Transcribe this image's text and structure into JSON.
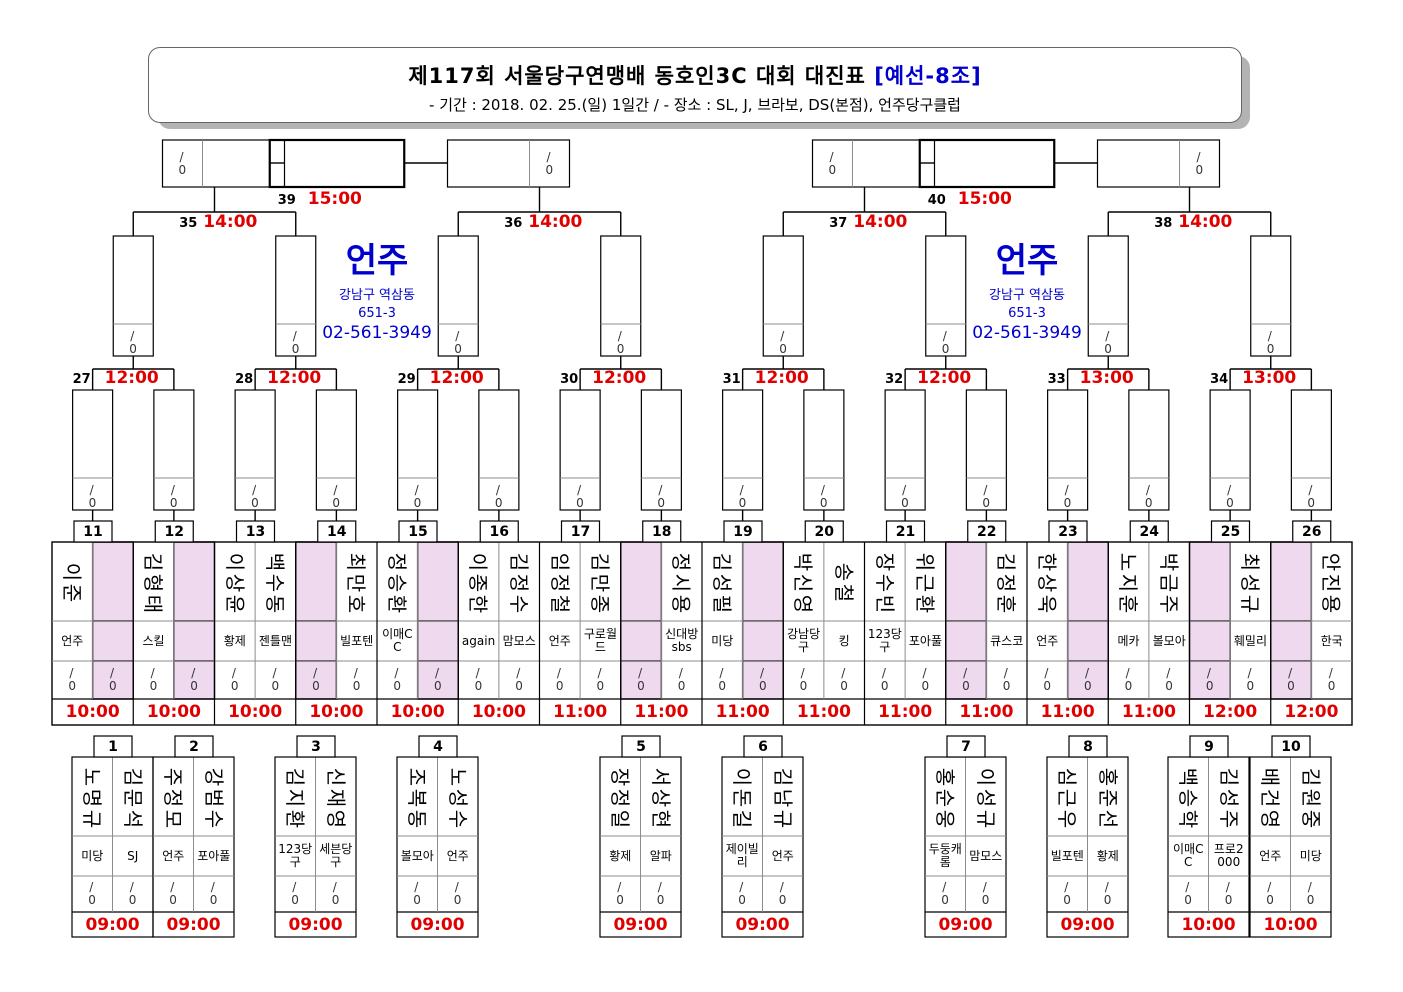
{
  "header": {
    "title_main": "제117회 서울당구연맹배 동호인3C 대회 대진표",
    "title_group": "[예선-8조]",
    "subtitle": "- 기간 : 2018. 02. 25.(일) 1일간 / - 장소 : SL, J, 브라보, DS(본점), 언주당구클럽"
  },
  "score_mark": "/",
  "score_zero": "0",
  "venue": {
    "name": "언주",
    "address1": "강남구 역삼동",
    "address2": "651-3",
    "phone": "02-561-3949"
  },
  "round1_matches": [
    {
      "no": "1",
      "time": "09:00",
      "players": [
        {
          "name": "노명규",
          "club": "미당"
        },
        {
          "name": "김문석",
          "club": "SJ"
        }
      ]
    },
    {
      "no": "2",
      "time": "09:00",
      "players": [
        {
          "name": "주정모",
          "club": "언주"
        },
        {
          "name": "강범수",
          "club": "포아풀"
        }
      ]
    },
    {
      "no": "3",
      "time": "09:00",
      "players": [
        {
          "name": "김지환",
          "club": "123당구"
        },
        {
          "name": "신재영",
          "club": "세븐당구"
        }
      ]
    },
    {
      "no": "4",
      "time": "09:00",
      "players": [
        {
          "name": "조복동",
          "club": "볼모아"
        },
        {
          "name": "노성수",
          "club": "언주"
        }
      ]
    },
    {
      "no": "5",
      "time": "09:00",
      "players": [
        {
          "name": "장정일",
          "club": "황제"
        },
        {
          "name": "서상현",
          "club": "알파"
        }
      ]
    },
    {
      "no": "6",
      "time": "09:00",
      "players": [
        {
          "name": "이돈길",
          "club": "제이빌리"
        },
        {
          "name": "김남규",
          "club": "언주"
        }
      ]
    },
    {
      "no": "7",
      "time": "09:00",
      "players": [
        {
          "name": "홍순웅",
          "club": "두둥캐롬"
        },
        {
          "name": "이성규",
          "club": "맘모스"
        }
      ]
    },
    {
      "no": "8",
      "time": "09:00",
      "players": [
        {
          "name": "심근우",
          "club": "빌포텐"
        },
        {
          "name": "홍준선",
          "club": "황제"
        }
      ]
    },
    {
      "no": "9",
      "time": "10:00",
      "players": [
        {
          "name": "백승학",
          "club": "이매CC"
        },
        {
          "name": "김성주",
          "club": "프로2000"
        }
      ]
    },
    {
      "no": "10",
      "time": "10:00",
      "players": [
        {
          "name": "배건영",
          "club": "언주"
        },
        {
          "name": "김원중",
          "club": "미당"
        }
      ]
    }
  ],
  "round2_matches": [
    {
      "no": "11",
      "time": "10:00",
      "players": [
        {
          "name": "이준",
          "club": "언주"
        },
        {
          "name": "",
          "club": ""
        }
      ]
    },
    {
      "no": "12",
      "time": "10:00",
      "players": [
        {
          "name": "김형태",
          "club": "스킬"
        },
        {
          "name": "",
          "club": ""
        }
      ]
    },
    {
      "no": "13",
      "time": "10:00",
      "players": [
        {
          "name": "이상윤",
          "club": "황제"
        },
        {
          "name": "백수동",
          "club": "젠틀맨"
        }
      ]
    },
    {
      "no": "14",
      "time": "10:00",
      "players": [
        {
          "name": "",
          "club": ""
        },
        {
          "name": "최만호",
          "club": "빌포텐"
        }
      ]
    },
    {
      "no": "15",
      "time": "10:00",
      "players": [
        {
          "name": "정승환",
          "club": "이매CC"
        },
        {
          "name": "",
          "club": ""
        }
      ]
    },
    {
      "no": "16",
      "time": "10:00",
      "players": [
        {
          "name": "이종한",
          "club": "again"
        },
        {
          "name": "김정수",
          "club": "맘모스"
        }
      ]
    },
    {
      "no": "17",
      "time": "11:00",
      "players": [
        {
          "name": "임정철",
          "club": "언주"
        },
        {
          "name": "김만종",
          "club": "구로월드"
        }
      ]
    },
    {
      "no": "18",
      "time": "11:00",
      "players": [
        {
          "name": "",
          "club": ""
        },
        {
          "name": "정시용",
          "club": "신대방sbs"
        }
      ]
    },
    {
      "no": "19",
      "time": "11:00",
      "players": [
        {
          "name": "김성필",
          "club": "미당"
        },
        {
          "name": "",
          "club": ""
        }
      ]
    },
    {
      "no": "20",
      "time": "11:00",
      "players": [
        {
          "name": "박신영",
          "club": "강남당구"
        },
        {
          "name": "송철",
          "club": "킹"
        }
      ]
    },
    {
      "no": "21",
      "time": "11:00",
      "players": [
        {
          "name": "장수빈",
          "club": "123당구"
        },
        {
          "name": "위근환",
          "club": "포아풀"
        }
      ]
    },
    {
      "no": "22",
      "time": "11:00",
      "players": [
        {
          "name": "",
          "club": ""
        },
        {
          "name": "김정훈",
          "club": "큐스코"
        }
      ]
    },
    {
      "no": "23",
      "time": "11:00",
      "players": [
        {
          "name": "한상욱",
          "club": "언주"
        },
        {
          "name": "",
          "club": ""
        }
      ]
    },
    {
      "no": "24",
      "time": "11:00",
      "players": [
        {
          "name": "노지훈",
          "club": "메카"
        },
        {
          "name": "박금주",
          "club": "볼모아"
        }
      ]
    },
    {
      "no": "25",
      "time": "12:00",
      "players": [
        {
          "name": "",
          "club": ""
        },
        {
          "name": "최성규",
          "club": "훼밀리"
        }
      ]
    },
    {
      "no": "26",
      "time": "12:00",
      "players": [
        {
          "name": "",
          "club": ""
        },
        {
          "name": "안진용",
          "club": "한국"
        }
      ]
    }
  ],
  "round3_matches": [
    {
      "no": "27",
      "time": "12:00"
    },
    {
      "no": "28",
      "time": "12:00"
    },
    {
      "no": "29",
      "time": "12:00"
    },
    {
      "no": "30",
      "time": "12:00"
    },
    {
      "no": "31",
      "time": "12:00"
    },
    {
      "no": "32",
      "time": "12:00"
    },
    {
      "no": "33",
      "time": "13:00"
    },
    {
      "no": "34",
      "time": "13:00"
    }
  ],
  "round4_matches": [
    {
      "no": "35",
      "time": "14:00"
    },
    {
      "no": "36",
      "time": "14:00"
    },
    {
      "no": "37",
      "time": "14:00"
    },
    {
      "no": "38",
      "time": "14:00"
    }
  ],
  "final_matches": [
    {
      "no": "39",
      "time": "15:00"
    },
    {
      "no": "40",
      "time": "15:00"
    }
  ],
  "colors": {
    "line": "#000000",
    "bye_fill": "#efd9ef",
    "time_red": "#e00000",
    "venue_blue": "#0000cc",
    "grid": "#8c8c8c"
  }
}
